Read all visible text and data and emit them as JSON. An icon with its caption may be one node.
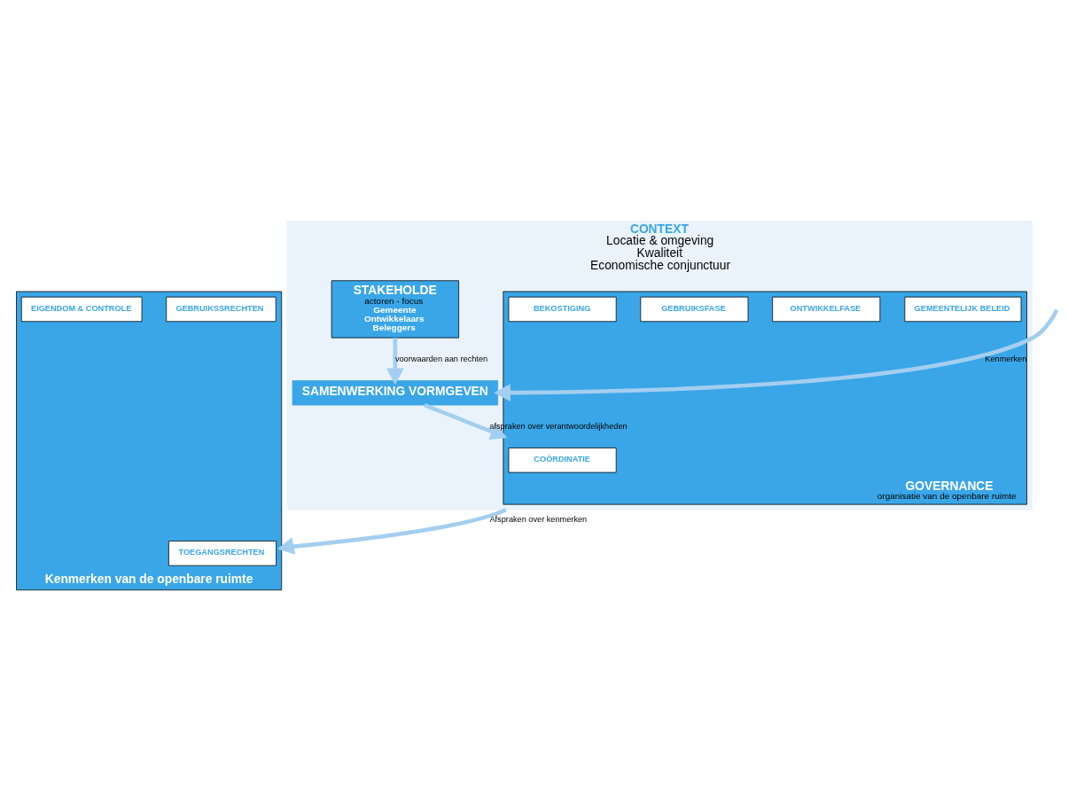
{
  "diagram": {
    "nodes": [
      {
        "text": [
          "CONTEXT",
          "Locatie & omgeving",
          "Kwaliteit",
          "Economische conjunctuur"
        ]
      },
      {
        "text": [
          "GOVERNANCE",
          "organisatie van de openbare ruimte"
        ],
        "in": 0
      },
      {
        "text": [
          "COÖRDINATIE"
        ],
        "in": 1
      },
      {
        "text": [
          "GEMEENTELIJK BELEID"
        ],
        "in": 1
      },
      {
        "text": [
          "ONTWIKKELFASE"
        ],
        "in": 1
      },
      {
        "text": [
          "GEBRUIKSFASE"
        ],
        "in": 1
      },
      {
        "text": [
          "BEKOSTIGING"
        ],
        "in": 1
      },
      {
        "text": [
          "SAMENWERKING VORMGEVEN"
        ],
        "in": 0
      },
      {
        "text": [
          "STAKEHOLDE",
          "actoren - focus",
          "Gemeente",
          "Ontwikkelaars",
          "Beleggers"
        ],
        "in": 0
      },
      {
        "text": [
          "Kenmerken van de openbare ruimte"
        ]
      },
      {
        "text": [
          "TOEGANGSRECHTEN"
        ],
        "in": 9
      },
      {
        "text": [
          "GEBRUIKSSRECHTEN"
        ],
        "in": 9
      },
      {
        "text": [
          "EIGENDOM & CONTROLE"
        ],
        "in": 9
      }
    ],
    "edges": [
      {
        "from": null,
        "to": 7,
        "arrow": "to",
        "label": "Kenmerken"
      },
      {
        "from": 7,
        "to": 1,
        "arrow": "to",
        "label": "afspraken over verantwoordelijkheden"
      },
      {
        "from": 8,
        "to": 7,
        "arrow": "to",
        "label": "voorwaarden aan rechten"
      },
      {
        "from": 0,
        "to": 9,
        "arrow": "to",
        "label": "Afspraken over kenmerken"
      }
    ]
  }
}
